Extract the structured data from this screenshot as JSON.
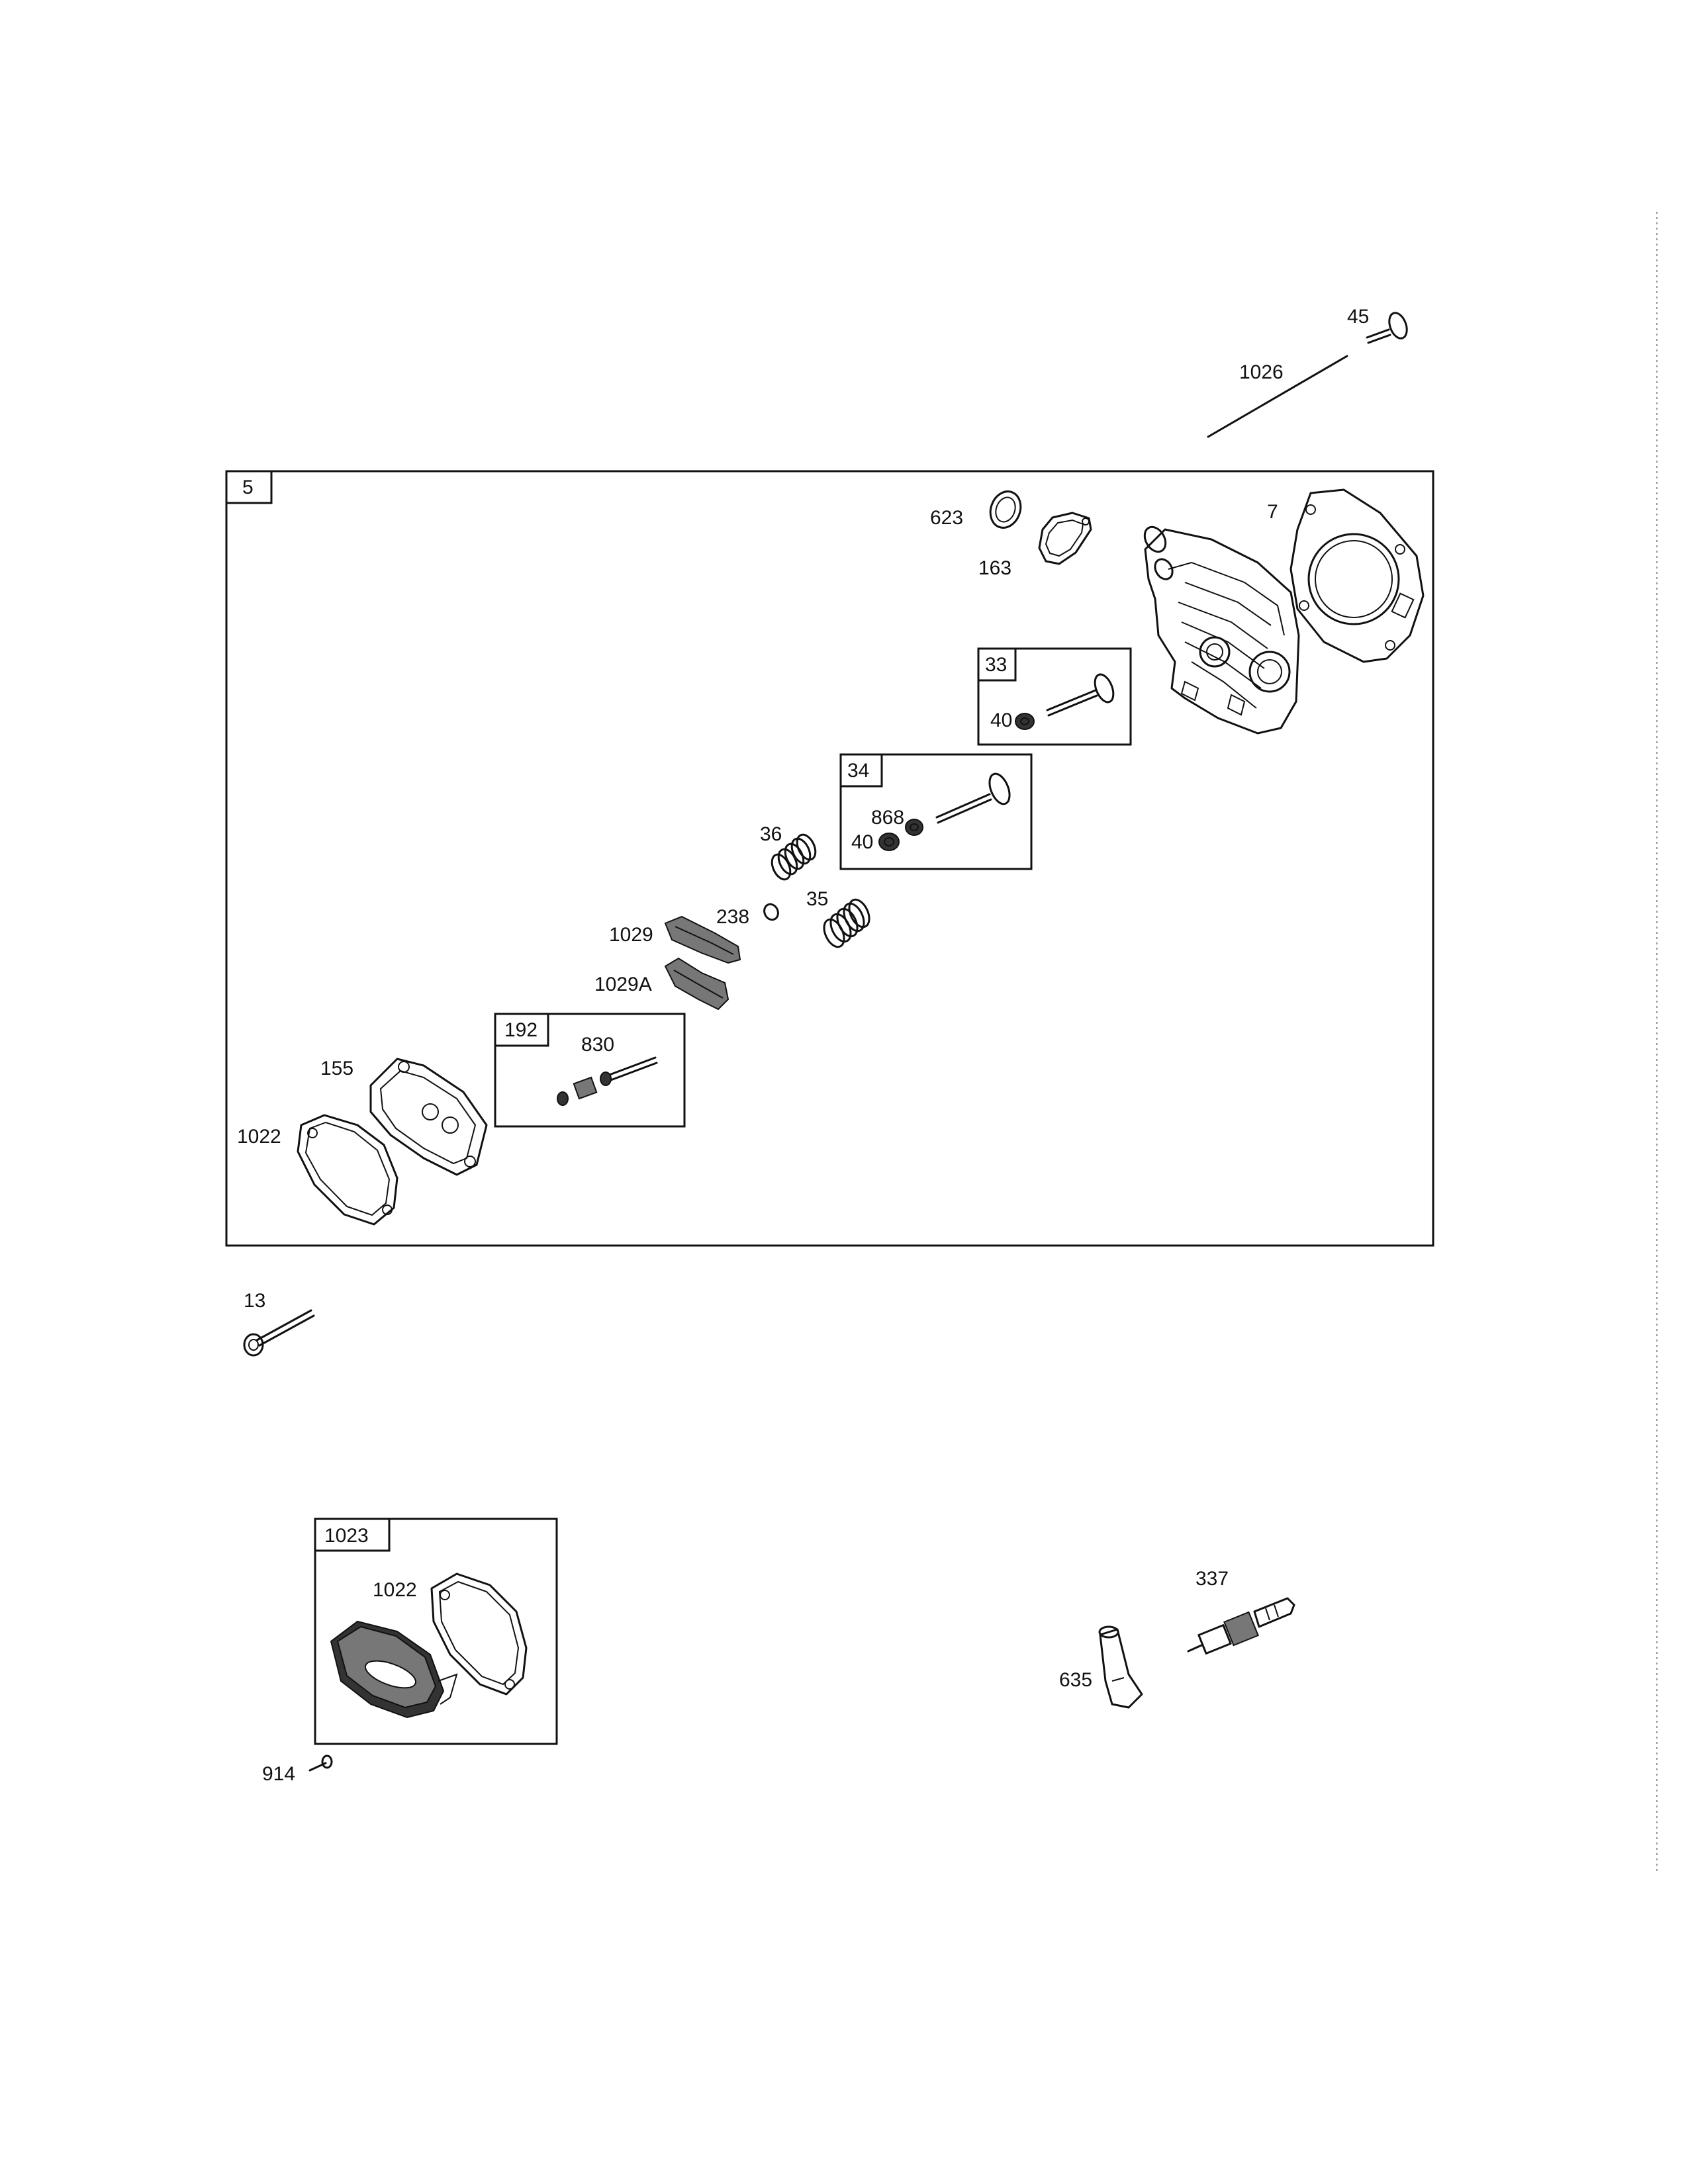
{
  "boxes": {
    "b5": "5",
    "b33": "33",
    "b34": "34",
    "b192": "192",
    "b1023": "1023"
  },
  "labels": {
    "p45": "45",
    "p1026": "1026",
    "p623": "623",
    "p163": "163",
    "p7": "7",
    "p40a": "40",
    "p868": "868",
    "p40b": "40",
    "p36": "36",
    "p238": "238",
    "p35": "35",
    "p1029": "1029",
    "p1029A": "1029A",
    "p830": "830",
    "p155": "155",
    "p1022a": "1022",
    "p13": "13",
    "p1022b": "1022",
    "p914": "914",
    "p337": "337",
    "p635": "635"
  },
  "icons": [
    "valve-icon",
    "gasket-icon",
    "cylinder-head-icon",
    "spring-icon",
    "rocker-arm-icon",
    "valve-cover-icon",
    "bolt-icon",
    "spark-plug-icon",
    "spark-plug-boot-icon"
  ]
}
